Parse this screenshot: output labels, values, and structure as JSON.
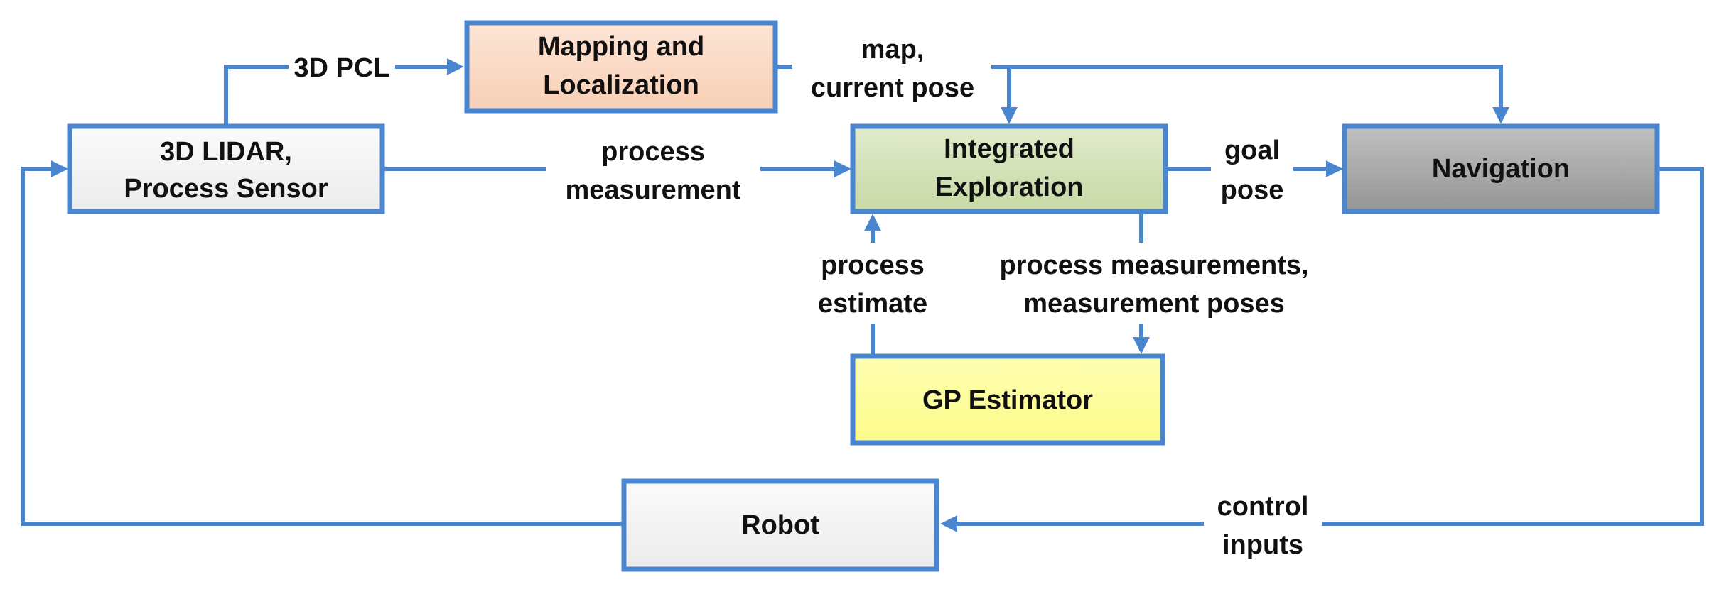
{
  "colors": {
    "edge": "#4a86d0",
    "lidar_fill": "#f2f2f2",
    "mapping_fill": "#fbd9c4",
    "exploration_fill": "#d4e2b8",
    "navigation_fill": "#a6a6a6",
    "estimator_fill": "#ffff99",
    "robot_fill": "#f2f2f2"
  },
  "nodes": {
    "lidar": {
      "line1": "3D LIDAR,",
      "line2": "Process Sensor"
    },
    "mapping": {
      "line1": "Mapping and",
      "line2": "Localization"
    },
    "exploration": {
      "line1": "Integrated",
      "line2": "Exploration"
    },
    "navigation": {
      "label": "Navigation"
    },
    "estimator": {
      "label": "GP Estimator"
    },
    "robot": {
      "label": "Robot"
    }
  },
  "edges": {
    "pcl": {
      "label": "3D PCL"
    },
    "map_pose": {
      "line1": "map,",
      "line2": "current pose"
    },
    "process_measurement": {
      "line1": "process",
      "line2": "measurement"
    },
    "goal_pose": {
      "line1": "goal",
      "line2": "pose"
    },
    "process_estimate": {
      "line1": "process",
      "line2": "estimate"
    },
    "measurements_poses": {
      "line1": "process measurements,",
      "line2": "measurement poses"
    },
    "control_inputs": {
      "line1": "control",
      "line2": "inputs"
    }
  }
}
